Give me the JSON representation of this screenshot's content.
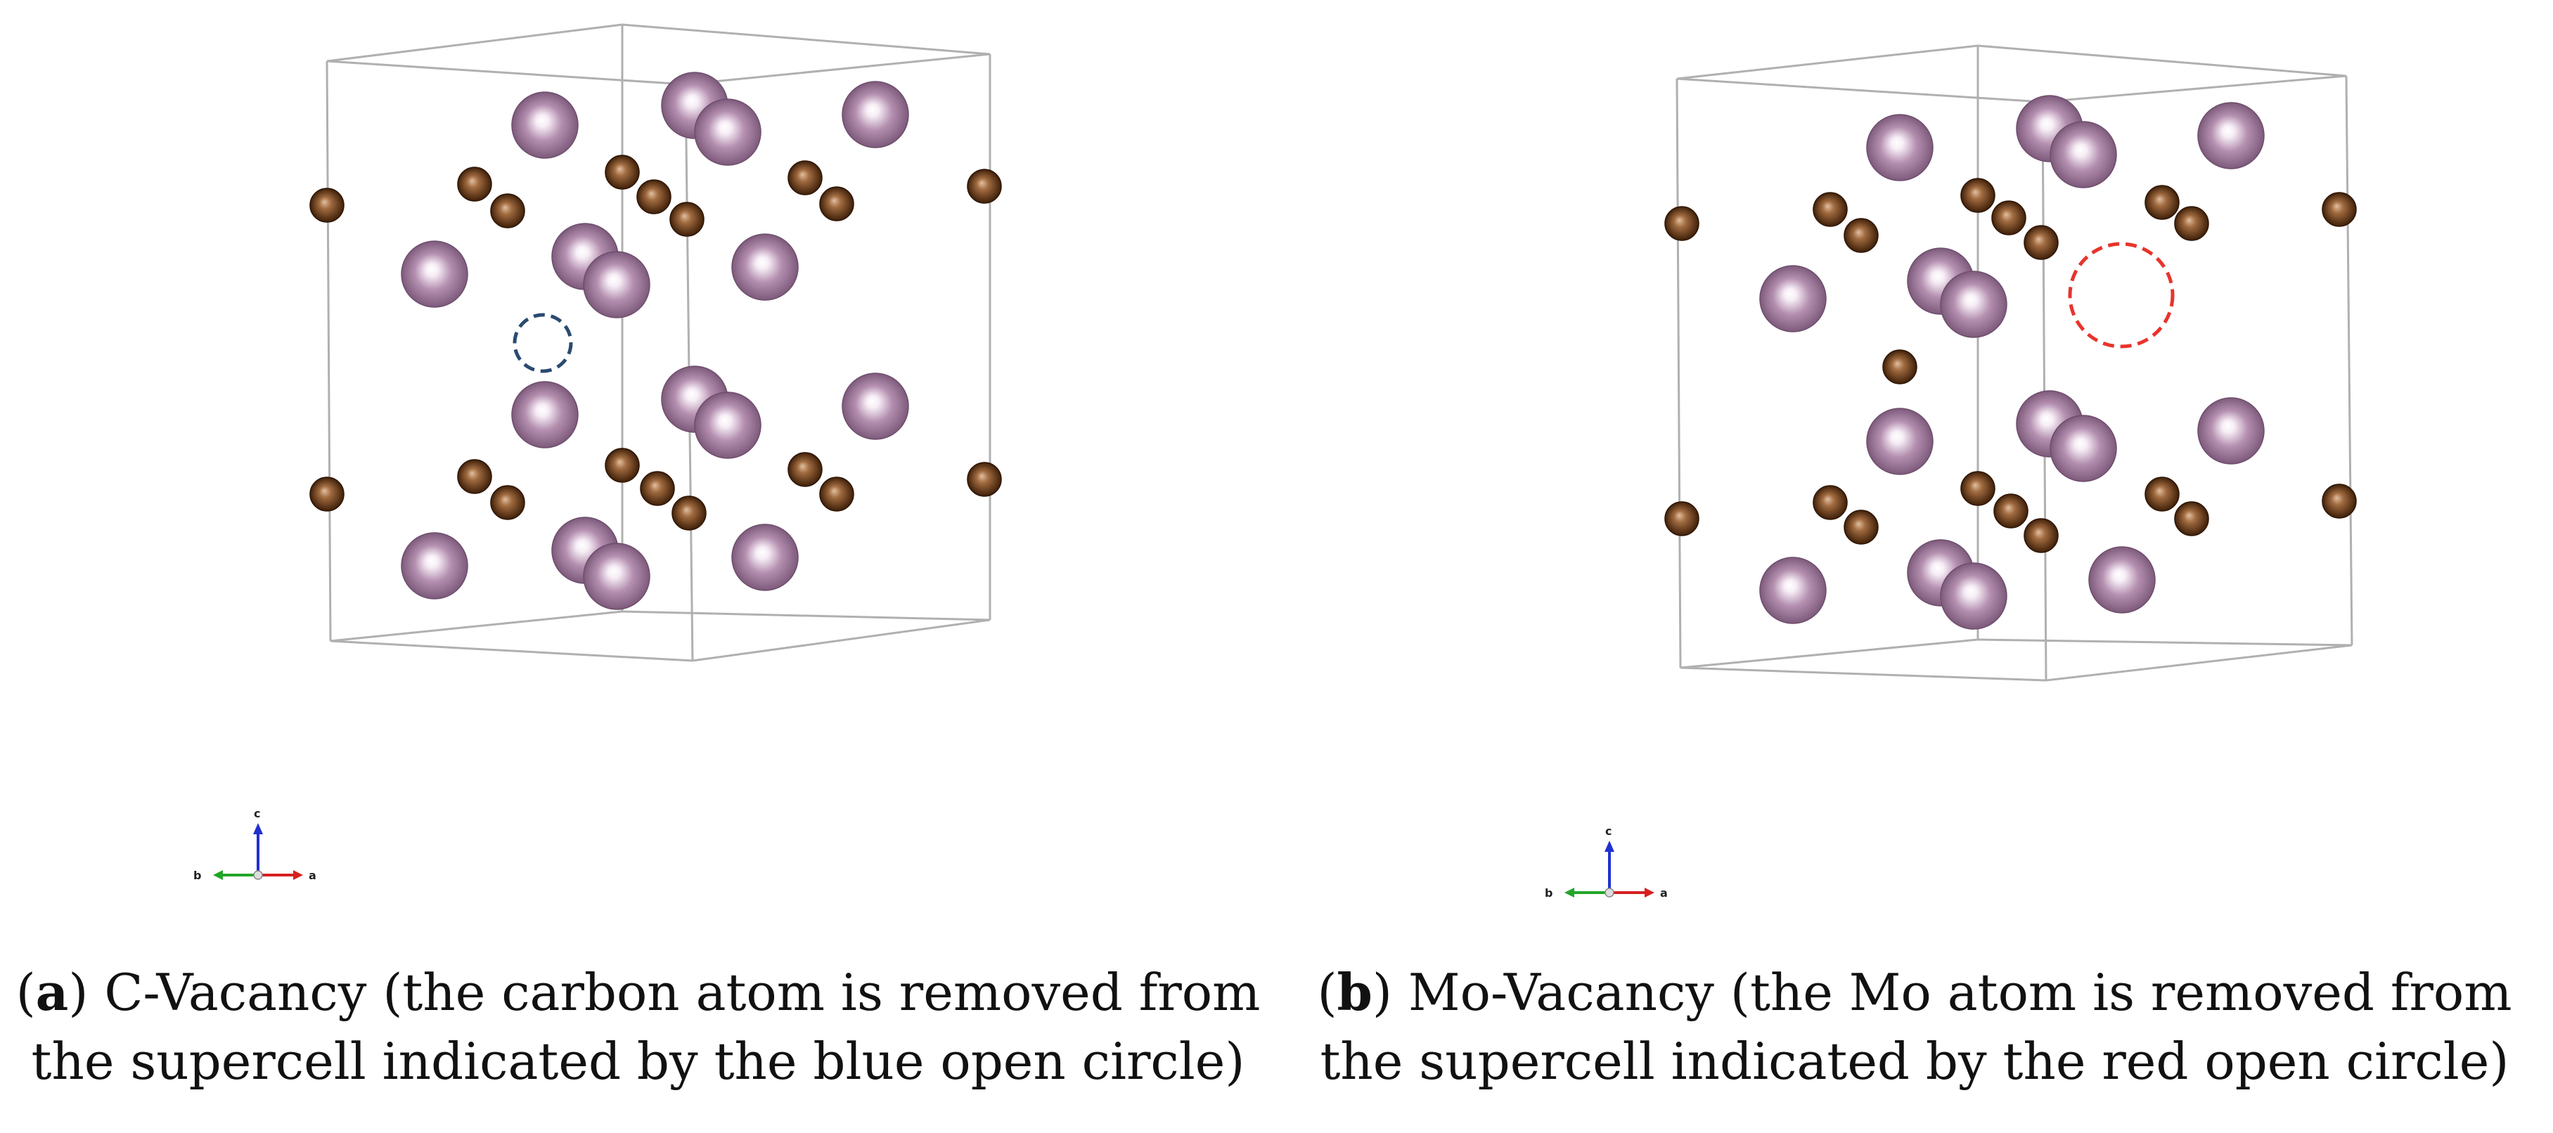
{
  "panels": [
    {
      "id": "a",
      "caption_letter": "a",
      "caption_line1": "C-Vacancy (the carbon atom is removed from",
      "caption_line2": "the supercell indicated by the blue open circle)",
      "vacancy_color": "#2b4a70"
    },
    {
      "id": "b",
      "caption_letter": "b",
      "caption_line1": "Mo-Vacancy (the Mo atom is removed from",
      "caption_line2": "the supercell indicated by the red open circle)",
      "vacancy_color": "#e8342c"
    }
  ],
  "axes": {
    "a": "a",
    "b": "b",
    "c": "c"
  },
  "colors": {
    "mo_atom": "#b48fb0",
    "c_atom": "#6b3b18",
    "cell_line": "#b0b0b0",
    "axis_a": "#d62020",
    "axis_b": "#22a52a",
    "axis_c": "#2030d0"
  }
}
